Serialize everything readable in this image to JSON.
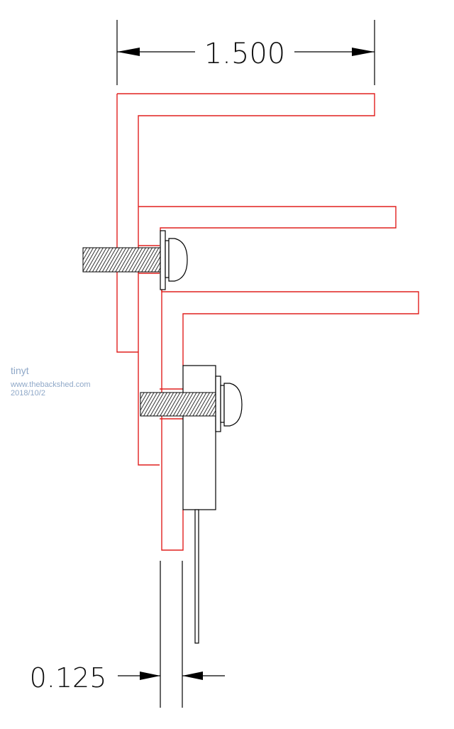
{
  "dimensions": {
    "top_width": "1.500",
    "bottom_gap": "0.125"
  },
  "watermark": {
    "author": "tinyt",
    "site": "www.thebackshed.com",
    "date": "2018/10/2"
  },
  "colors": {
    "bracket": "#e0201e",
    "line": "#000000",
    "watermark": "#8fa8c8"
  }
}
